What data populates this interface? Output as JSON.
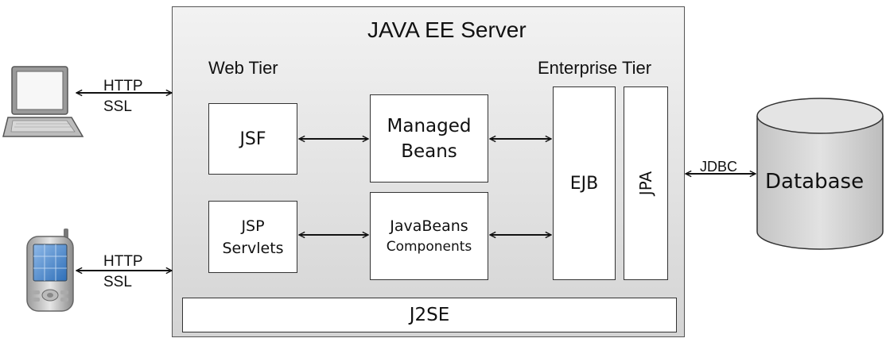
{
  "server": {
    "title": "JAVA EE Server",
    "web_tier": "Web Tier",
    "enterprise_tier": "Enterprise Tier"
  },
  "components": {
    "jsf": "JSF",
    "managed_beans_line1": "Managed",
    "managed_beans_line2": "Beans",
    "jsp_line1": "JSP",
    "jsp_line2": "Servlets",
    "javabeans_line1": "JavaBeans",
    "javabeans_line2": "Components",
    "ejb": "EJB",
    "jpa": "JPA",
    "j2se": "J2SE"
  },
  "connections": {
    "laptop_protocol": "HTTP",
    "laptop_security": "SSL",
    "mobile_protocol": "HTTP",
    "mobile_security": "SSL",
    "db_protocol": "JDBC"
  },
  "database": {
    "label": "Database"
  },
  "clients": {
    "laptop_icon": "laptop-icon",
    "mobile_icon": "pda-phone-icon"
  },
  "colors": {
    "server_fill": "#e2e2e2",
    "box_fill": "#ffffff",
    "database_fill": "#d9d9d9",
    "outline": "#333333"
  }
}
